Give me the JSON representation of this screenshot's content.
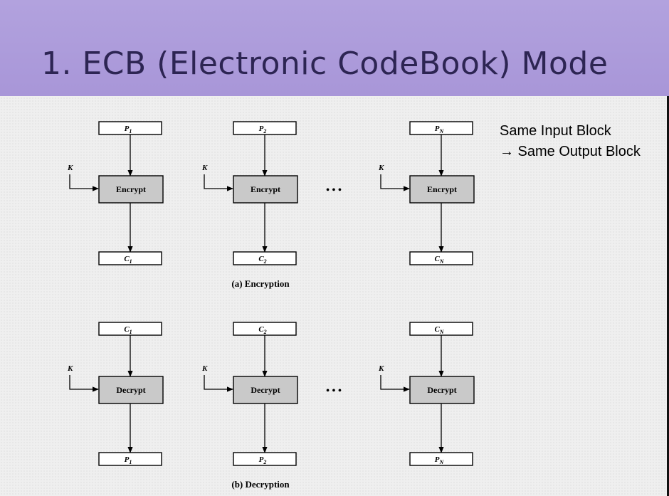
{
  "slide": {
    "title": "1. ECB (Electronic CodeBook) Mode",
    "note_line1": "Same Input Block",
    "note_line2": "→ Same Output Block"
  },
  "diagram": {
    "ellipsis": "• • •",
    "encryption": {
      "caption": "(a) Encryption",
      "key_label": "K",
      "op_label": "Encrypt",
      "inputs": [
        {
          "base": "P",
          "sub": "1"
        },
        {
          "base": "P",
          "sub": "2"
        },
        {
          "base": "P",
          "sub": "N"
        }
      ],
      "outputs": [
        {
          "base": "C",
          "sub": "1"
        },
        {
          "base": "C",
          "sub": "2"
        },
        {
          "base": "C",
          "sub": "N"
        }
      ]
    },
    "decryption": {
      "caption": "(b) Decryption",
      "key_label": "K",
      "op_label": "Decrypt",
      "inputs": [
        {
          "base": "C",
          "sub": "1"
        },
        {
          "base": "C",
          "sub": "2"
        },
        {
          "base": "C",
          "sub": "N"
        }
      ],
      "outputs": [
        {
          "base": "P",
          "sub": "1"
        },
        {
          "base": "P",
          "sub": "2"
        },
        {
          "base": "P",
          "sub": "N"
        }
      ]
    }
  }
}
